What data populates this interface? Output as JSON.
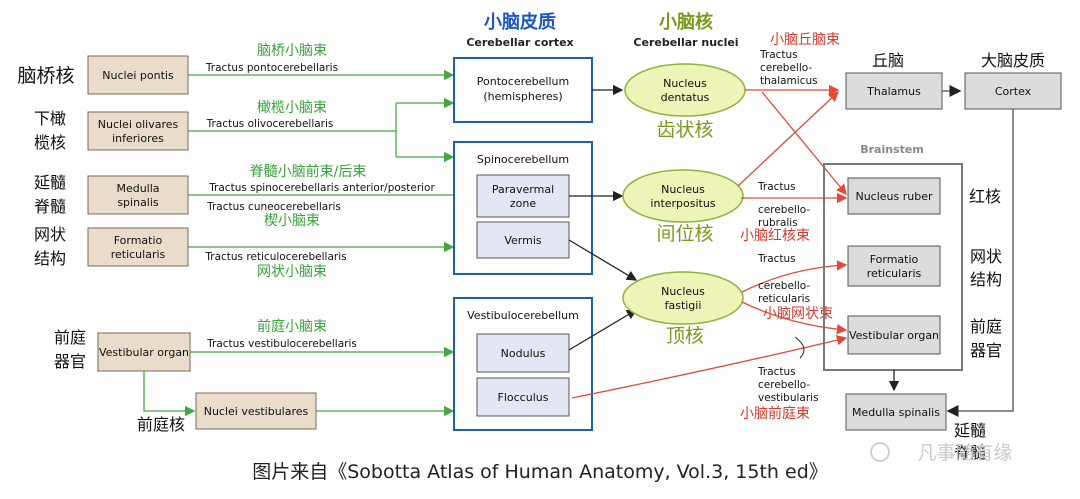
{
  "headers": {
    "cortex_cn": "小脑皮质",
    "cortex_en": "Cerebellar cortex",
    "nuclei_cn": "小脑核",
    "nuclei_en": "Cerebellar nuclei"
  },
  "sources": [
    {
      "cn": "脑桥核",
      "box": "Nuclei pontis",
      "tract_cn": "脑桥小脑束",
      "tract": "Tractus pontocerebellaris"
    },
    {
      "cn1": "下橄",
      "cn2": "榄核",
      "box1": "Nuclei olivares",
      "box2": "inferiores",
      "tract_cn": "橄榄小脑束",
      "tract": "Tractus olivocerebellaris"
    },
    {
      "cn1": "延髓",
      "cn2": "脊髓",
      "box1": "Medulla",
      "box2": "spinalis",
      "tract_cn": "脊髓小脑前束/后束",
      "tract1": "Tractus spinocerebellaris anterior/posterior",
      "tract2": "Tractus cuneocerebellaris",
      "tract2_cn": "楔小脑束"
    },
    {
      "cn1": "网状",
      "cn2": "结构",
      "box1": "Formatio",
      "box2": "reticularis",
      "tract": "Tractus reticulocerebellaris",
      "tract_cn": "网状小脑束"
    },
    {
      "cn1": "前庭",
      "cn2": "器官",
      "box": "Vestibular organ",
      "tract_cn": "前庭小脑束",
      "tract": "Tractus vestibulocerebellaris"
    },
    {
      "cn": "前庭核",
      "box": "Nuclei vestibulares"
    }
  ],
  "cortex": {
    "ponto1": "Pontocerebellum",
    "ponto2": "(hemispheres)",
    "spino": "Spinocerebellum",
    "paravermal1": "Paravermal",
    "paravermal2": "zone",
    "vermis": "Vermis",
    "vestibulo": "Vestibulocerebellum",
    "nodulus": "Nodulus",
    "flocculus": "Flocculus"
  },
  "nuclei": {
    "dentatus1": "Nucleus",
    "dentatus2": "dentatus",
    "dentatus_cn": "齿状核",
    "interpositus1": "Nucleus",
    "interpositus2": "interpositus",
    "interpositus_cn": "间位核",
    "fastigii1": "Nucleus",
    "fastigii2": "fastigii",
    "fastigii_cn": "顶核"
  },
  "efferents": {
    "thal_cn": "小脑丘脑束",
    "thal1": "Tractus",
    "thal2": "cerebello-",
    "thal3": "thalamicus",
    "rubr1": "Tractus",
    "rubr2": "cerebello-",
    "rubr3": "rubralis",
    "rubr_cn": "小脑红核束",
    "ret1": "Tractus",
    "ret2": "cerebello-",
    "ret3": "reticularis",
    "ret_cn": "小脑网状束",
    "vest1": "Tractus",
    "vest2": "cerebello-",
    "vest3": "vestibularis",
    "vest_cn": "小脑前庭束"
  },
  "targets": {
    "thalamus_cn": "丘脑",
    "thalamus": "Thalamus",
    "cortex_cn": "大脑皮质",
    "cortex": "Cortex",
    "brainstem": "Brainstem",
    "ruber": "Nucleus ruber",
    "ruber_cn": "红核",
    "ret1": "Formatio",
    "ret2": "reticularis",
    "ret_cn1": "网状",
    "ret_cn2": "结构",
    "vest": "Vestibular organ",
    "vest_cn1": "前庭",
    "vest_cn2": "器官",
    "medulla": "Medulla spinalis",
    "medulla_cn1": "延髓",
    "medulla_cn2": "脊髓"
  },
  "caption": "图片来自《Sobotta Atlas of Human Anatomy, Vol.3, 15th ed》",
  "watermark": "凡事随有缘"
}
